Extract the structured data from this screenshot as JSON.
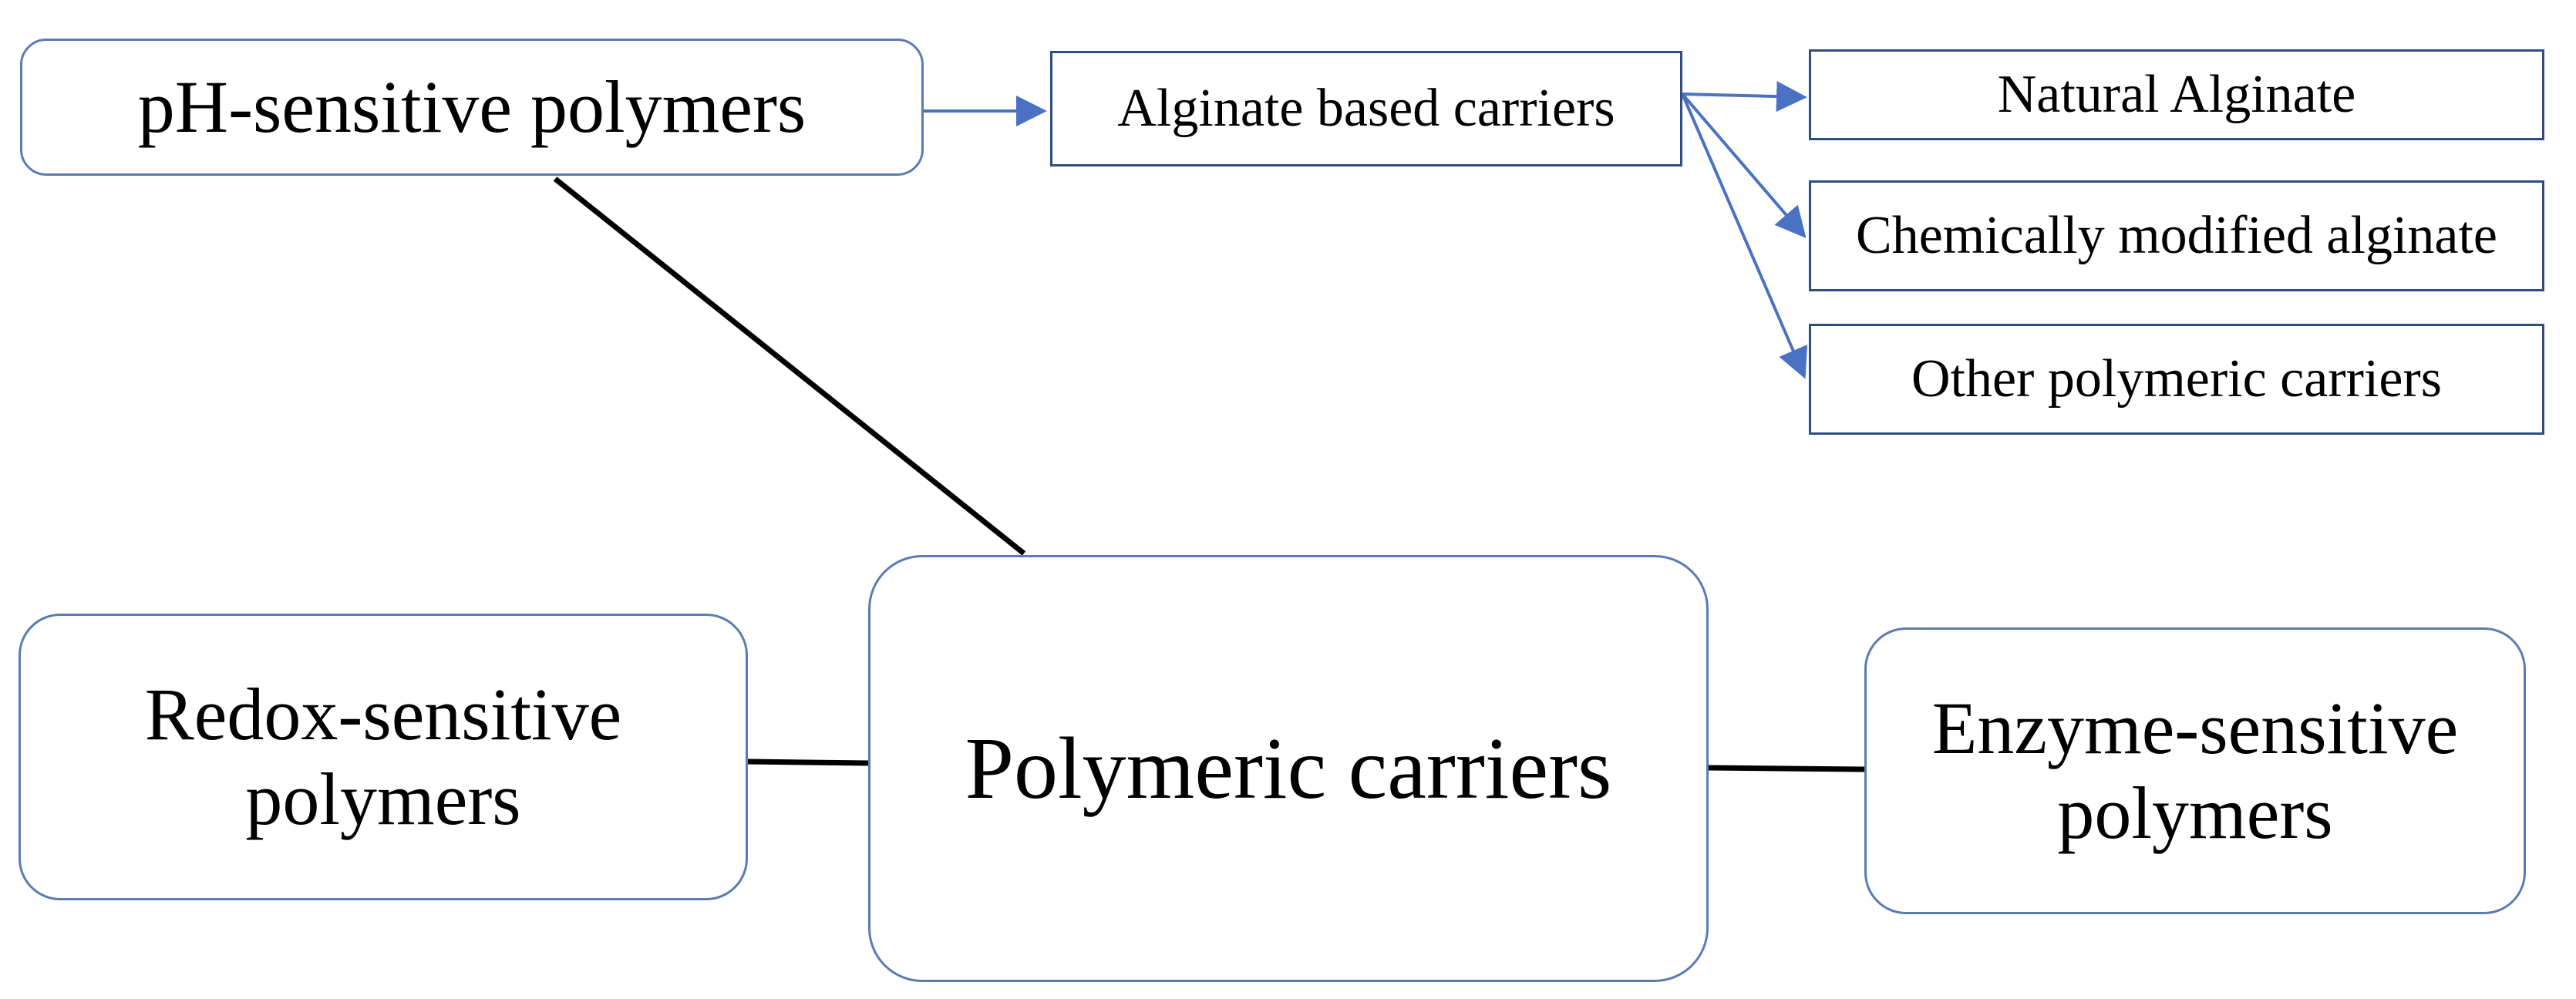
{
  "nodes": {
    "ph_sensitive": "pH-sensitive polymers",
    "alginate_based": "Alginate based carriers",
    "natural_alginate": "Natural Alginate",
    "chemically_modified": "Chemically modified alginate",
    "other_polymeric": "Other polymeric carriers",
    "redox_sensitive": "Redox-sensitive polymers",
    "polymeric_carriers": "Polymeric carriers",
    "enzyme_sensitive": "Enzyme-sensitive polymers"
  },
  "edges": [
    {
      "from": "polymeric_carriers",
      "to": "ph_sensitive",
      "style": "line"
    },
    {
      "from": "polymeric_carriers",
      "to": "redox_sensitive",
      "style": "line"
    },
    {
      "from": "polymeric_carriers",
      "to": "enzyme_sensitive",
      "style": "line"
    },
    {
      "from": "ph_sensitive",
      "to": "alginate_based",
      "style": "arrow"
    },
    {
      "from": "alginate_based",
      "to": "natural_alginate",
      "style": "arrow"
    },
    {
      "from": "alginate_based",
      "to": "chemically_modified",
      "style": "arrow"
    },
    {
      "from": "alginate_based",
      "to": "other_polymeric",
      "style": "arrow"
    }
  ],
  "colors": {
    "box_border_rounded": "#5b7bb5",
    "box_border_square": "#2f4d80",
    "arrow": "#4a72c4",
    "line": "#000000",
    "text": "#000000"
  }
}
